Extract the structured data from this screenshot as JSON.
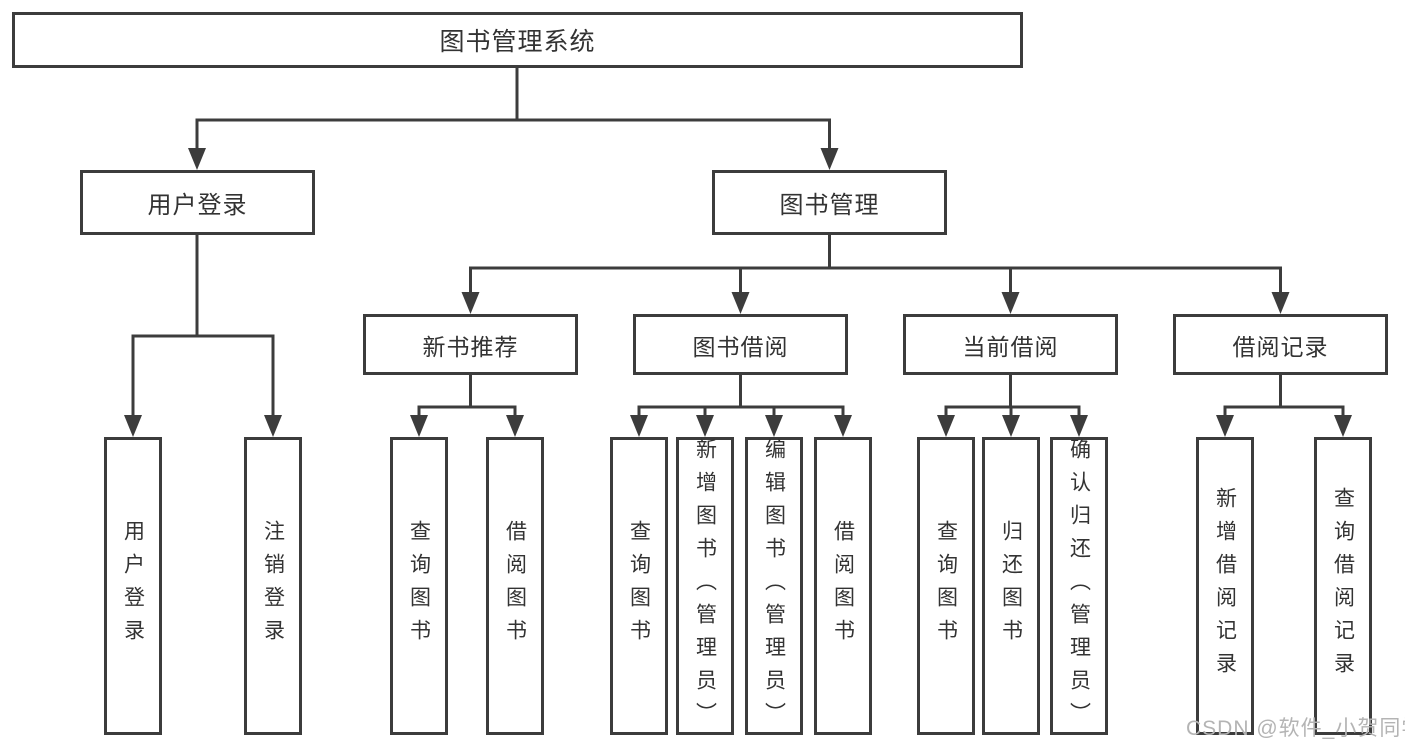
{
  "title": {
    "label": "图书管理系统"
  },
  "branches": [
    {
      "label": "用户登录",
      "children": [
        "用户登录",
        "注销登录"
      ]
    },
    {
      "label": "图书管理",
      "sub_branches": [
        {
          "label": "新书推荐",
          "children": [
            "查询图书",
            "借阅图书"
          ]
        },
        {
          "label": "图书借阅",
          "children": [
            "查询图书",
            "新增图书（管理员）",
            "编辑图书（管理员）",
            "借阅图书"
          ]
        },
        {
          "label": "当前借阅",
          "children": [
            "查询图书",
            "归还图书",
            "确认归还（管理员）"
          ]
        },
        {
          "label": "借阅记录",
          "children": [
            "新增借阅记录",
            "查询借阅记录"
          ]
        }
      ]
    }
  ],
  "watermark": {
    "text": "CSDN @软件_小贺同学"
  },
  "colors": {
    "line": "#3c3c3c",
    "text": "#333333",
    "watermark": "#b4b4b4",
    "background": "#ffffff"
  }
}
